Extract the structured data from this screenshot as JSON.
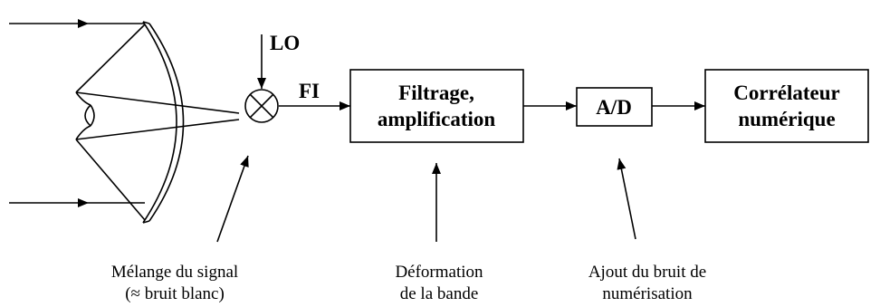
{
  "labels": {
    "lo": "LO",
    "fi": "FI"
  },
  "blocks": {
    "filter": {
      "line1": "Filtrage,",
      "line2": "amplification"
    },
    "ad": {
      "line1": "A/D"
    },
    "correlator": {
      "line1": "Corrélateur",
      "line2": "numérique"
    }
  },
  "captions": {
    "mixing": {
      "line1": "Mélange du signal",
      "line2": "(≈ bruit blanc)"
    },
    "deformation": {
      "line1": "Déformation",
      "line2": "de la bande"
    },
    "quantization": {
      "line1": "Ajout du bruit de",
      "line2": "numérisation"
    }
  }
}
